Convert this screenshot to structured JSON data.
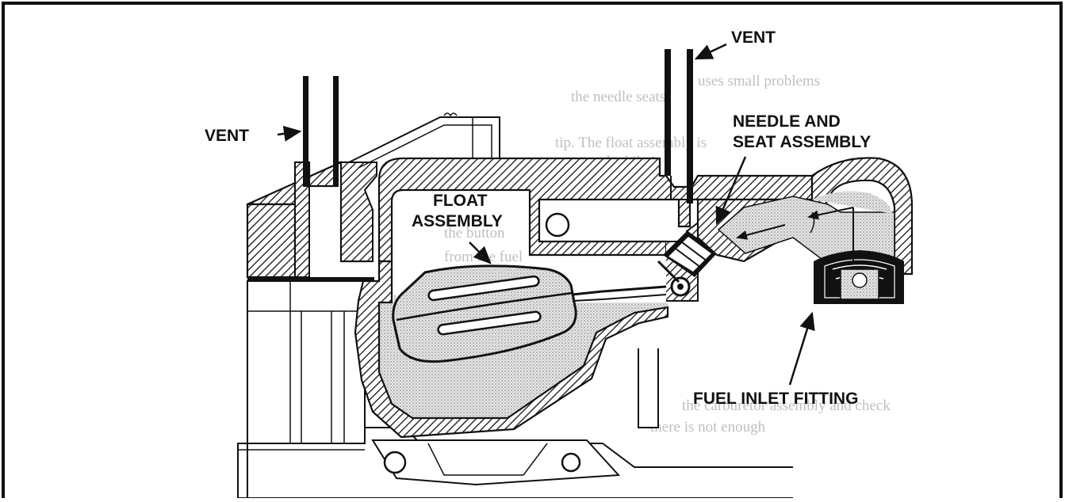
{
  "figure": {
    "labels": {
      "vent_left": "VENT",
      "vent_top": "VENT",
      "needle_line1": "NEEDLE AND",
      "needle_line2": "SEAT ASSEMBLY",
      "float_line1": "FLOAT",
      "float_line2": "ASSEMBLY",
      "fuel_inlet": "FUEL INLET FITTING"
    },
    "colors": {
      "ink": "#111111",
      "fuel_stipple": "#bdbdbd",
      "paper": "#ffffff"
    }
  }
}
